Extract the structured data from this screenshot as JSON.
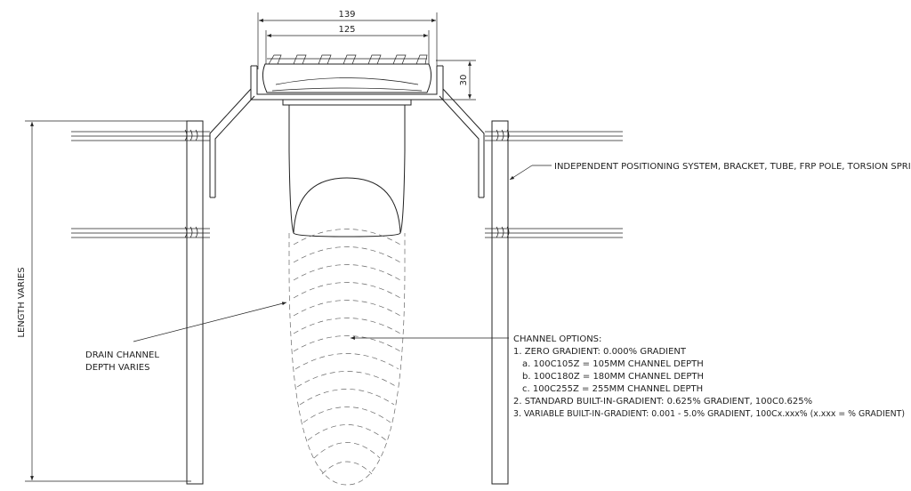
{
  "dimensions": {
    "outer_width": "139",
    "inner_width": "125",
    "grate_height": "30",
    "length_label": "LENGTH VARIES"
  },
  "labels": {
    "positioning_system": "INDEPENDENT POSITIONING SYSTEM, BRACKET, TUBE, FRP POLE, TORSION SPRINGS",
    "drain_channel_line1": "DRAIN CHANNEL",
    "drain_channel_line2": "DEPTH VARIES"
  },
  "channel_options": {
    "heading": "CHANNEL OPTIONS:",
    "lines": [
      "1. ZERO GRADIENT: 0.000% GRADIENT",
      "a. 100C105Z = 105MM CHANNEL DEPTH",
      "b. 100C180Z = 180MM CHANNEL DEPTH",
      "c. 100C255Z = 255MM CHANNEL DEPTH",
      "2. STANDARD BUILT-IN-GRADIENT: 0.625% GRADIENT, 100C0.625%",
      "3. VARIABLE BUILT-IN-GRADIENT: 0.001 - 5.0% GRADIENT, 100Cx.xxx% (x.xxx = % GRADIENT)"
    ]
  }
}
